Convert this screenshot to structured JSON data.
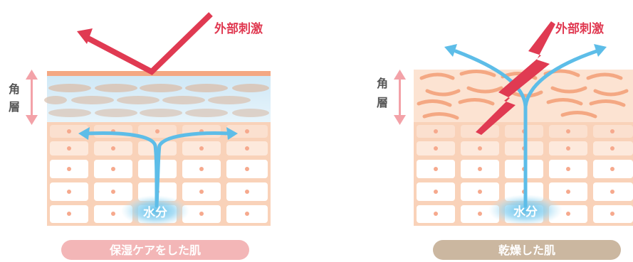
{
  "left_panel": {
    "stimulus_label": "外部刺激",
    "layer_label_1": "角",
    "layer_label_2": "層",
    "water_label": "水分",
    "caption": "保湿ケアをした肌",
    "caption_bg": "#f3b6b7"
  },
  "right_panel": {
    "stimulus_label": "外部刺激",
    "layer_label_1": "角",
    "layer_label_2": "層",
    "water_label": "水分",
    "caption": "乾燥した肌",
    "caption_bg": "#cbb7a0"
  },
  "colors": {
    "accent_red": "#e03a52",
    "water_blue": "#5dbde8",
    "skin_peach": "#f9d2b9",
    "cell_white": "#ffffff",
    "label_gray": "#555555"
  }
}
